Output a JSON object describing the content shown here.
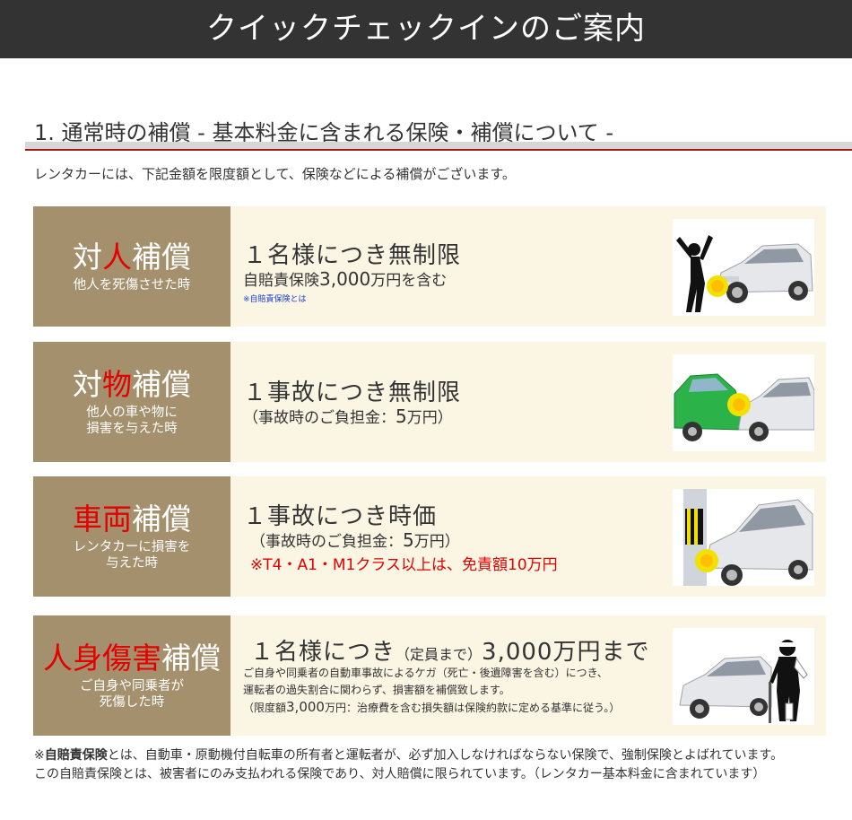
{
  "banner": {
    "title": "クイックチェックインのご案内"
  },
  "section": {
    "heading": "1. 通常時の補償 - 基本料金に含まれる保険・補償について -",
    "intro": "レンタカーには、下記金額を限度額として、保険などによる補償がございます。"
  },
  "cards": [
    {
      "title_pre": "対",
      "title_red": "人",
      "title_post": "補償",
      "sub": [
        "他人を死傷させた時"
      ],
      "main": "１名様につき無制限",
      "line2_pre": "自賠責保険",
      "line2_big": "3,000",
      "line2_post": "万円を含む",
      "link": "※自賠責保険とは",
      "icon": "pedestrian-car-collision-illustration"
    },
    {
      "title_pre": "対",
      "title_red": "物",
      "title_post": "補償",
      "sub": [
        "他人の車や物に",
        "損害を与えた時"
      ],
      "main": "１事故につき無制限",
      "line2_pre": "（事故時のご負担金：",
      "line2_big": "5",
      "line2_post": "万円）",
      "icon": "car-car-collision-illustration"
    },
    {
      "title_pre": "",
      "title_red": "車両",
      "title_post": "補償",
      "sub": [
        "レンタカーに損害を",
        "与えた時"
      ],
      "main": "１事故につき時価",
      "line2_pre": "（事故時のご負担金：",
      "line2_big": "5",
      "line2_post": "万円）",
      "warn": "※T4・A1・M1クラス以上は、免責額10万円",
      "icon": "car-pole-collision-illustration"
    },
    {
      "title_pre": "",
      "title_red": "人身傷害",
      "title_post": "補償",
      "sub": [
        "ご自身や同乗者が",
        "死傷した時"
      ],
      "main_pre": "１名様につき",
      "main_small": "（定員まで）",
      "main_post": "3,000万円まで",
      "lines": [
        "ご自身や同乗者の自動車事故によるケガ（死亡・後遺障害を含む）につき、",
        "運転者の過失割合に関わらず、損害額を補償致します。"
      ],
      "line3_pre": "（限度額",
      "line3_big": "3,000",
      "line3_post": "万円：治療費を含む損失額は保険約款に定める基準に従う。）",
      "icon": "injured-person-car-illustration"
    }
  ],
  "footnote": {
    "bold": "自賠責保険",
    "line1_pre": "※",
    "line1_post": "とは、自動車・原動機付自転車の所有者と運転者が、必ず加入しなければならない保険で、強制保険とよばれています。",
    "line2": "この自賠責保険とは、被害者にのみ支払われる保険であり、対人賠償に限られています。（レンタカー基本料金に含まれています）"
  },
  "colors": {
    "banner_bg": "#333333",
    "label_bg": "#a5906d",
    "card_bg": "#fbf5e3",
    "accent_red": "#e40000",
    "rule_red": "#9b1b1b"
  }
}
